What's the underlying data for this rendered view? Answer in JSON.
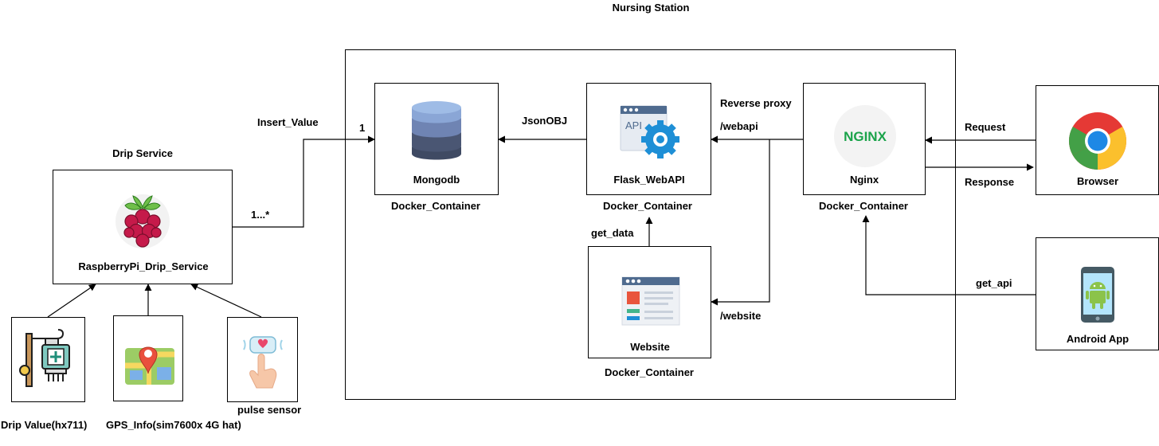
{
  "diagram": {
    "title": "Nursing Station",
    "drip_service": {
      "group_label": "Drip Service",
      "node_label": "RaspberryPi_Drip_Service"
    },
    "sensors": {
      "drip_label": "Drip Value(hx711)",
      "gps_label": "GPS_Info(sim7600x 4G hat)",
      "pulse_label": "pulse sensor"
    },
    "containers": {
      "mongodb_label": "Mongodb",
      "flask_label": "Flask_WebAPI",
      "nginx_label": "Nginx",
      "website_label": "Website",
      "docker_label": "Docker_Container",
      "api_icon_text": "API"
    },
    "clients": {
      "browser_label": "Browser",
      "android_label": "Android App"
    },
    "edges": {
      "insert_value": "Insert_Value",
      "mult_one": "1",
      "mult_many": "1...*",
      "json_obj": "JsonOBJ",
      "reverse_proxy": "Reverse proxy",
      "webapi_path": "/webapi",
      "website_path": "/website",
      "get_data": "get_data",
      "request": "Request",
      "response": "Response",
      "get_api": "get_api"
    },
    "nginx_logo_text": "NGINX"
  }
}
